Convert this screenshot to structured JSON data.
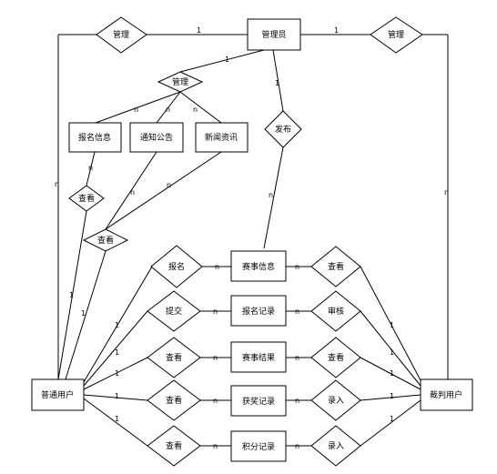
{
  "entities": {
    "admin": "管理员",
    "regular_user": "普通用户",
    "referee_user": "裁判用户",
    "registration_info": "报名信息",
    "notice": "通知公告",
    "news": "新闻资讯",
    "match_info": "赛事信息",
    "signup_record": "报名记录",
    "match_result": "赛事结果",
    "award_record": "获奖记录",
    "points_record": "积分记录"
  },
  "relationships": {
    "manage_left": "管理",
    "manage_right": "管理",
    "manage_center": "管理",
    "publish": "发布",
    "view_registration": "查看",
    "view_news": "查看",
    "sign_up": "报名",
    "submit": "提交",
    "view_result": "查看",
    "view_award": "查看",
    "view_points": "查看",
    "ref_view_match": "查看",
    "ref_review": "审核",
    "ref_view_result": "查看",
    "ref_enter_award": "录入",
    "ref_enter_points": "录入"
  },
  "cardinality": {
    "one": "1",
    "many": "n"
  }
}
